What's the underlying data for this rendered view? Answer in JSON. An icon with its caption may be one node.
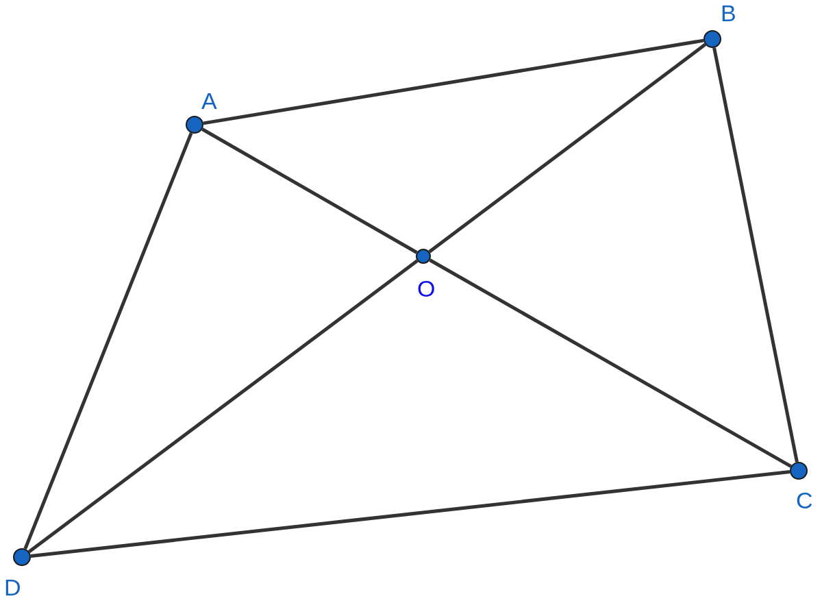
{
  "diagram": {
    "nodes": [
      {
        "text": [
          "A"
        ]
      },
      {
        "text": [
          "B"
        ]
      },
      {
        "text": [
          "O"
        ]
      },
      {
        "text": [
          "C"
        ]
      },
      {
        "text": [
          "D"
        ]
      }
    ],
    "edges": [
      {
        "from": 0,
        "to": 1,
        "arrow": "none"
      },
      {
        "from": 1,
        "to": 3,
        "arrow": "none"
      },
      {
        "from": 3,
        "to": 4,
        "arrow": "none"
      },
      {
        "from": 4,
        "to": 0,
        "arrow": "none"
      },
      {
        "from": 0,
        "to": 2,
        "arrow": "none"
      },
      {
        "from": 2,
        "to": 3,
        "arrow": "none"
      },
      {
        "from": 4,
        "to": 2,
        "arrow": "none"
      },
      {
        "from": 2,
        "to": 1,
        "arrow": "none"
      }
    ]
  }
}
